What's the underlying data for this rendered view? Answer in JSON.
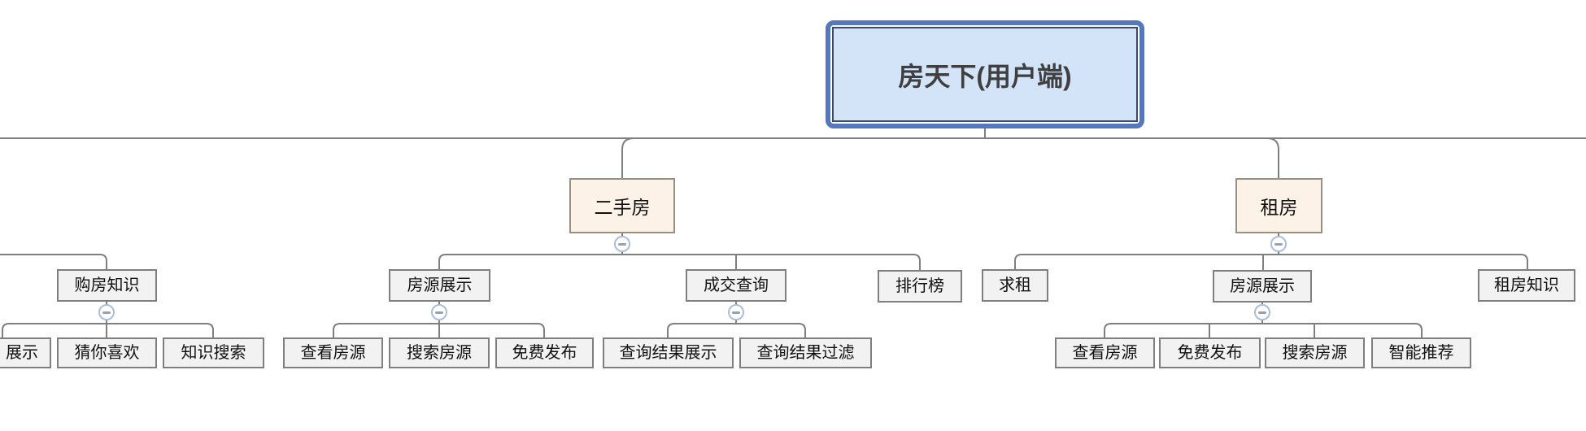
{
  "app": {
    "description": "mind-map canvas"
  },
  "colors": {
    "background": "#ffffff",
    "connector": "#7f7f7f",
    "root_fill": "#d3e3f8",
    "root_border_outer": "#5577be",
    "root_border_inner": "#3d4a66",
    "root_text": "#3f3f3f",
    "branch_fill": "#fdf2e7",
    "branch_border": "#9a9081",
    "node_fill": "#f2f2f2",
    "node_border": "#7f7f7f",
    "node_text": "#111111",
    "collapse_border": "#a9bede",
    "collapse_dash": "#95a0b5",
    "collapse_fill": "#ffffff"
  },
  "map": {
    "root": {
      "label": "房天下(用户端)"
    },
    "offscreen": {
      "children": [
        {
          "label": "购房知识",
          "children": [
            {
              "label": "展示",
              "note": "box clipped at left screen edge"
            },
            {
              "label": "猜你喜欢"
            },
            {
              "label": "知识搜索"
            }
          ]
        }
      ]
    },
    "branches": [
      {
        "label": "二手房",
        "children": [
          {
            "label": "房源展示",
            "children": [
              {
                "label": "查看房源"
              },
              {
                "label": "搜索房源"
              },
              {
                "label": "免费发布"
              }
            ]
          },
          {
            "label": "成交查询",
            "children": [
              {
                "label": "查询结果展示"
              },
              {
                "label": "查询结果过滤"
              }
            ]
          },
          {
            "label": "排行榜"
          }
        ]
      },
      {
        "label": "租房",
        "children": [
          {
            "label": "求租"
          },
          {
            "label": "房源展示",
            "children": [
              {
                "label": "查看房源"
              },
              {
                "label": "免费发布"
              },
              {
                "label": "搜索房源"
              },
              {
                "label": "智能推荐"
              }
            ]
          },
          {
            "label": "租房知识"
          }
        ]
      }
    ]
  }
}
